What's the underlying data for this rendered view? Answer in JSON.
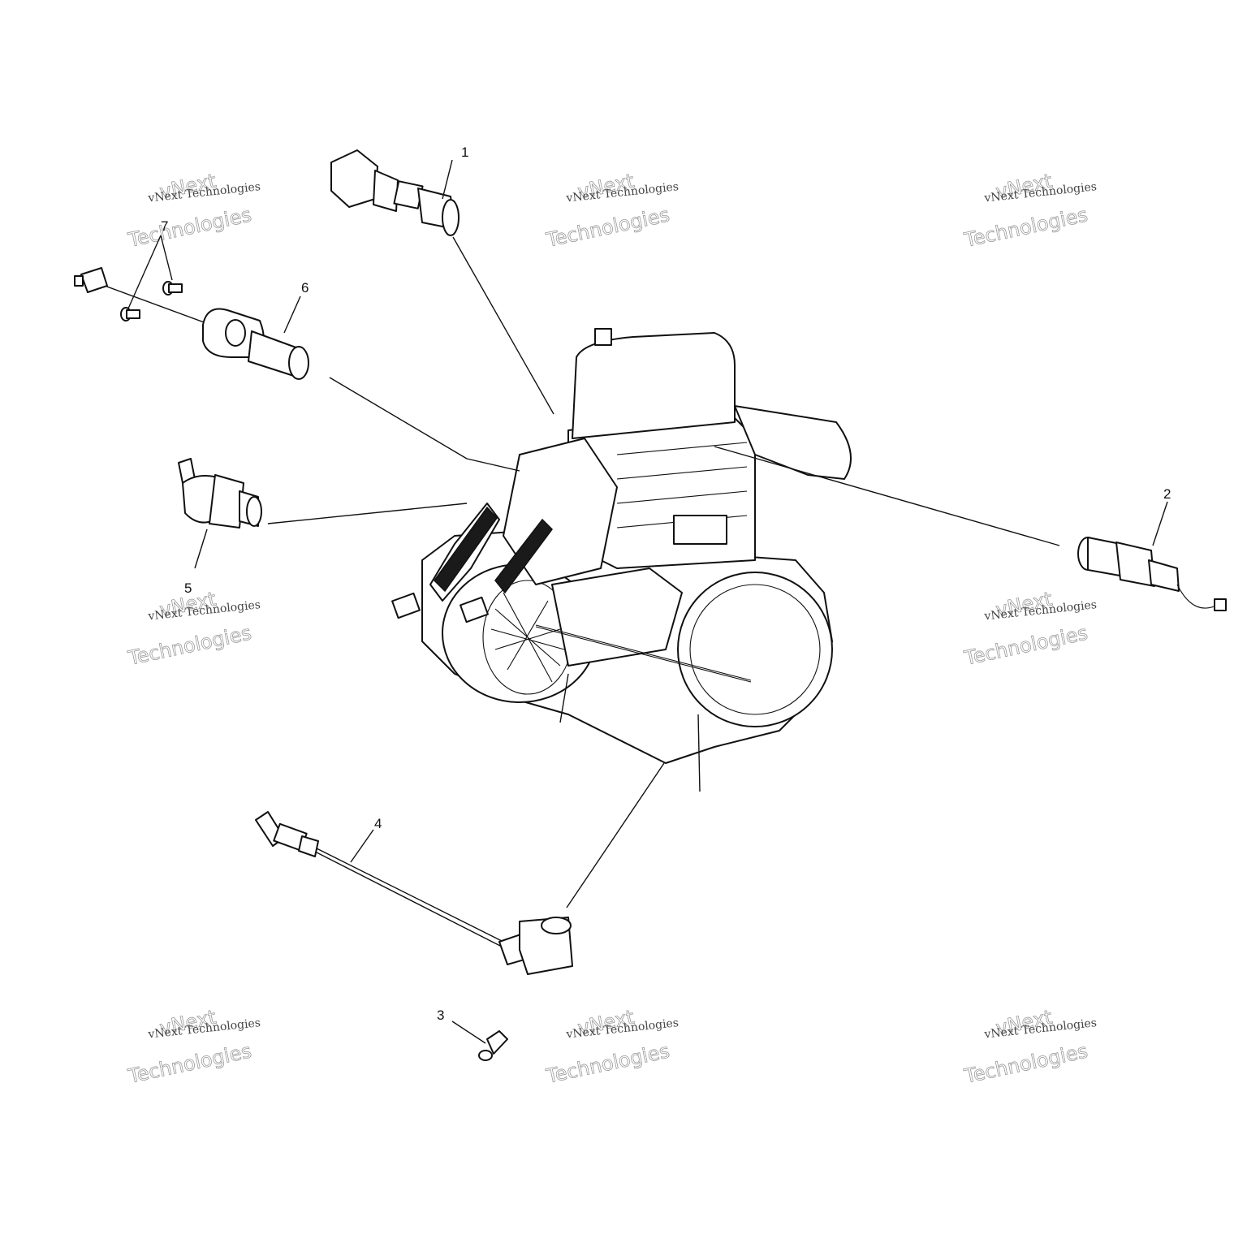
{
  "callouts": [
    {
      "id": "1",
      "label": "1"
    },
    {
      "id": "2",
      "label": "2"
    },
    {
      "id": "3",
      "label": "3"
    },
    {
      "id": "4",
      "label": "4"
    },
    {
      "id": "5",
      "label": "5"
    },
    {
      "id": "6",
      "label": "6"
    },
    {
      "id": "7",
      "label": "7"
    }
  ],
  "watermark": {
    "line_small": "vNext Technologies",
    "line_big_top": "vNext",
    "line_big_bottom": "Technologies"
  }
}
